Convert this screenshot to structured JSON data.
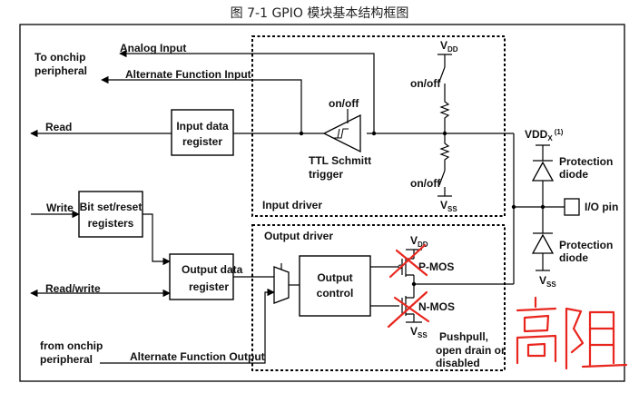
{
  "title": "图 7-1 GPIO 模块基本结构框图",
  "labels": {
    "to_onchip_line1": "To onchip",
    "to_onchip_line2": "peripheral",
    "analog_input": "Analog Input",
    "alt_function_input": "Alternate Function Input",
    "read": "Read",
    "input_data_register_line1": "Input data",
    "input_data_register_line2": "register",
    "on_off_top": "on/off",
    "on_off_mid": "on/off",
    "on_off_low": "on/off",
    "ttl_schmitt_line1": "TTL Schmitt",
    "ttl_schmitt_line2": "trigger",
    "input_driver": "Input driver",
    "vdd_top": "V",
    "vdd_top_sub": "DD",
    "vss_mid": "V",
    "vss_mid_sub": "SS",
    "vddx": "VDD",
    "vddx_sub": "X",
    "vddx_note": "(1)",
    "protection_diode_top_line1": "Protection",
    "protection_diode_top_line2": "diode",
    "io_pin": "I/O pin",
    "protection_diode_bottom_line1": "Protection",
    "protection_diode_bottom_line2": "diode",
    "vss_right": "V",
    "vss_right_sub": "SS",
    "write": "Write",
    "bit_set_reset_line1": "Bit set/reset",
    "bit_set_reset_line2": "registers",
    "output_driver": "Output driver",
    "vdd_out": "V",
    "vdd_out_sub": "DD",
    "p_mos": "P-MOS",
    "n_mos": "N-MOS",
    "vss_out": "V",
    "vss_out_sub": "SS",
    "output_data_register_line1": "Output data",
    "output_data_register_line2": "register",
    "output_control_line1": "Output",
    "output_control_line2": "control",
    "read_write": "Read/write",
    "from_onchip_line1": "from onchip",
    "from_onchip_line2": "peripheral",
    "alt_function_output": "Alternate Function Output",
    "pushpull_line1": "Pushpull,",
    "pushpull_line2": "open drain or",
    "pushpull_line3": "disabled",
    "handwritten_note": "高阻"
  }
}
